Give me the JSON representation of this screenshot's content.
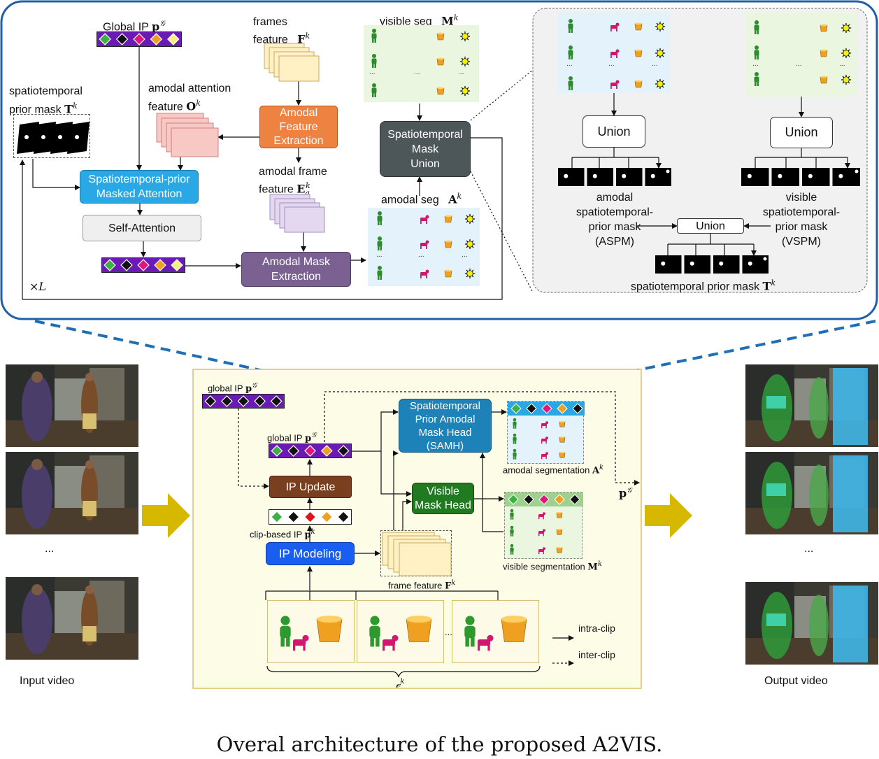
{
  "detail": {
    "global_ip": "Global IP",
    "global_ip_sym": "p",
    "global_ip_sup": "𝒢",
    "frames_feature": [
      "frames",
      "feature"
    ],
    "frames_feature_sym": "F",
    "k": "k",
    "visible_seg": "visible seg",
    "visible_seg_sym": "M",
    "st_prior_mask": [
      "spatiotemporal",
      "prior mask"
    ],
    "st_prior_mask_sym": "T",
    "amodal_attention_feature": [
      "amodal attention",
      "feature"
    ],
    "amodal_attention_sym": "O",
    "amodal_feature_extraction": [
      "Amodal",
      "Feature",
      "Extraction"
    ],
    "amodal_frame_feature": [
      "amodal frame",
      "feature"
    ],
    "amodal_frame_sym": "E",
    "amodal_frame_sub": "a",
    "st_mask_union": [
      "Spatiotemporal",
      "Mask",
      "Union"
    ],
    "amodal_seg": "amodal seg",
    "amodal_seg_sym": "A",
    "masked_attention": [
      "Spatiotemporal-prior",
      "Masked Attention"
    ],
    "self_attention": "Self-Attention",
    "amodal_mask_extraction": [
      "Amodal Mask",
      "Extraction"
    ],
    "times_L": "×L",
    "ellipsis": "..."
  },
  "union": {
    "union": "Union",
    "aspm": [
      "amodal",
      "spatiotemporal-",
      "prior mask",
      "(ASPM)"
    ],
    "vspm": [
      "visible",
      "spatiotemporal-",
      "prior mask",
      "(VSPM)"
    ],
    "st_prior_mask": "spatiotemporal prior mask",
    "st_prior_mask_sym": "T",
    "k": "k"
  },
  "main": {
    "global_ip": "global IP",
    "global_ip_sym": "p",
    "global_ip_sup": "𝒢",
    "samh": [
      "Spatiotemporal",
      "Prior Amodal",
      "Mask Head",
      "(SAMH)"
    ],
    "amodal_segmentation": "amodal segmentation",
    "amodal_segmentation_sym": "A",
    "ip_update": "IP Update",
    "visible_mask_head": [
      "Visible",
      "Mask Head"
    ],
    "clip_based_ip": "clip-based IP",
    "clip_ip_sym": "p",
    "ip_modeling": "IP Modeling",
    "visible_segmentation": "visible segmentation",
    "visible_segmentation_sym": "M",
    "frame_feature": "frame feature",
    "frame_feature_sym": "F",
    "intra_clip": "intra-clip",
    "inter_clip": "inter-clip",
    "v_sym": "𝓋",
    "k": "k",
    "out_sym": "p",
    "out_sup": "𝒢",
    "ellipsis": "..."
  },
  "input_video": "Input video",
  "output_video": "Output video",
  "video_ellipsis": "...",
  "caption": "Overal architecture of the proposed A2VIS.",
  "colors": {
    "top_border": "#1f5fa8",
    "orange_box": "#ee8240",
    "gray_box": "#4d5658",
    "blue_box": "#2aa8e6",
    "purple_box": "#7a6192",
    "samh_box": "#1c82b8",
    "visible_head": "#1f7a20",
    "ip_update": "#7a3f1e",
    "ip_modeling": "#1a5ef0",
    "main_panel": "#fdfce7",
    "arrow_yellow": "#d7b800"
  }
}
